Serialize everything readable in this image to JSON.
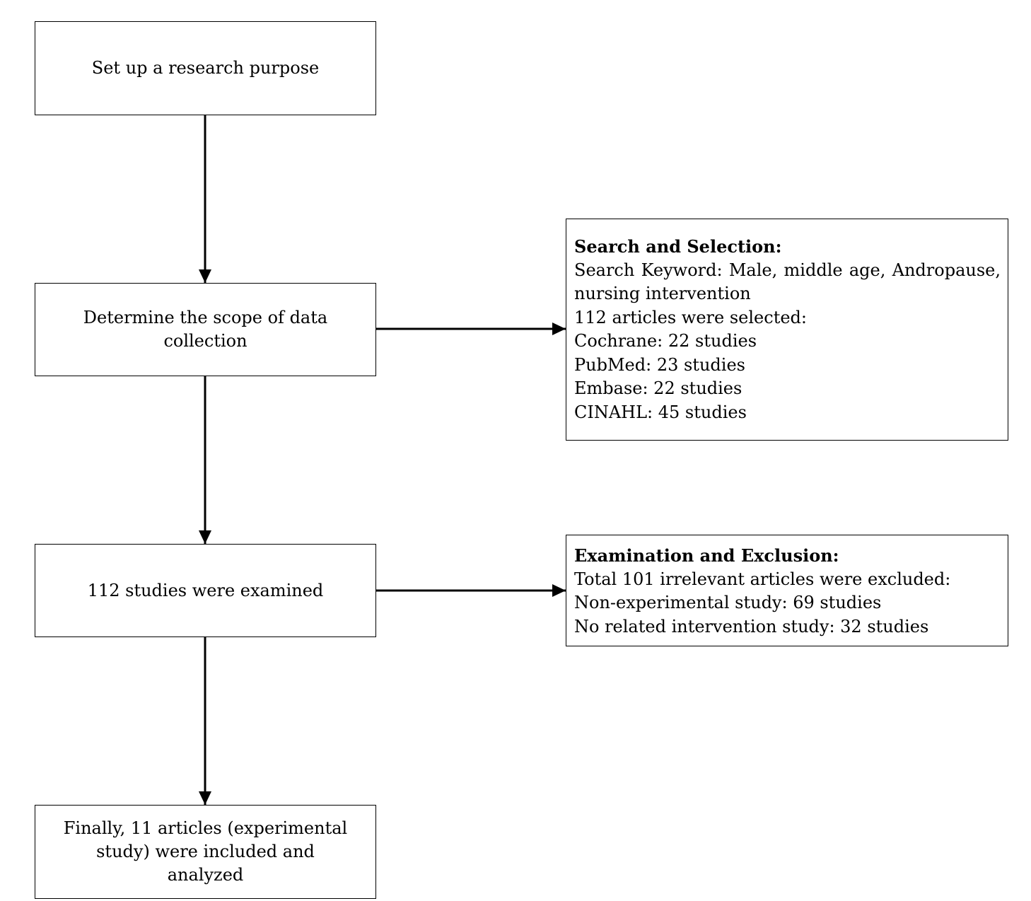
{
  "steps": [
    {
      "text": "Set up a research purpose"
    },
    {
      "text": "Determine the scope of data collection"
    },
    {
      "text": "112 studies were examined"
    },
    {
      "text": "Finally, 11 articles (experimental study) were included and analyzed"
    }
  ],
  "search_box": {
    "heading": "Search and Selection:",
    "keywords": "Search Keyword: Male, middle age, Andropause, nursing intervention",
    "selected": "112 articles were selected:",
    "sources": [
      "Cochrane: 22 studies",
      "PubMed: 23 studies",
      "Embase: 22 studies",
      "CINAHL: 45 studies"
    ]
  },
  "exclusion_box": {
    "heading": "Examination and Exclusion:",
    "total": "Total 101 irrelevant articles were excluded:",
    "reasons": [
      "Non-experimental study: 69 studies",
      "No related intervention study: 32 studies"
    ]
  }
}
